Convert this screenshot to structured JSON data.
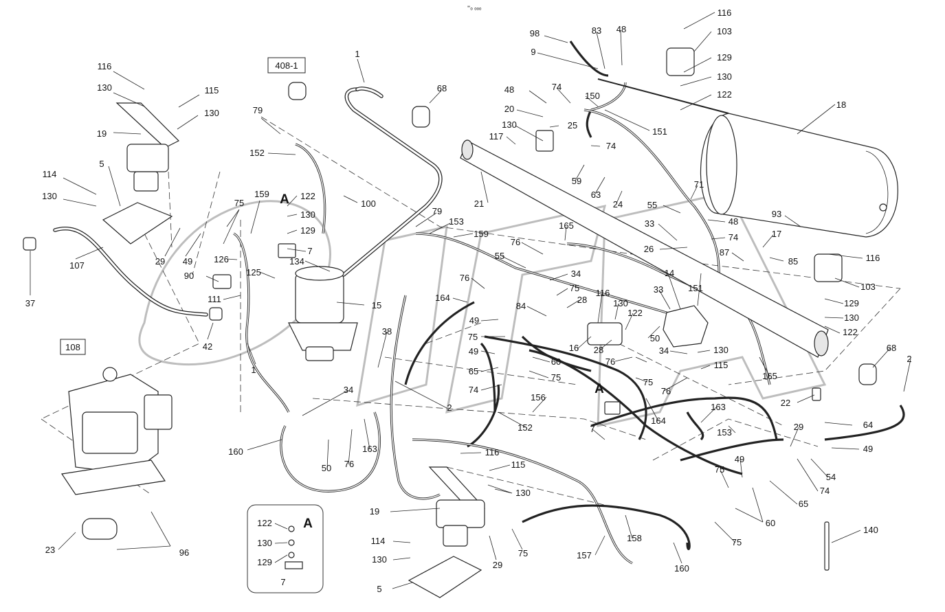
{
  "header_mark": "⁼ₒ ₒₒₒ",
  "boxed_refs": {
    "top": "408-1",
    "left": "108"
  },
  "inset": {
    "title": "A",
    "items": [
      "122",
      "130",
      "129",
      "7"
    ]
  },
  "section_marks": {
    "upper": "A",
    "lower": "A"
  },
  "callouts": {
    "c116a": "116",
    "c130a": "130",
    "c115a": "115",
    "c130b": "130",
    "c19a": "19",
    "c5a": "5",
    "c114a": "114",
    "c130c": "130",
    "c107": "107",
    "c37": "37",
    "c29a": "29",
    "c49a": "49",
    "c75a": "75",
    "c126": "126",
    "c125": "125",
    "c90": "90",
    "c111": "111",
    "c42": "42",
    "c159a": "159",
    "c1a": "1",
    "c122a": "122",
    "c130d": "130",
    "c129a": "129",
    "c7a": "7",
    "c134": "134",
    "c15": "15",
    "c79a": "79",
    "c152a": "152",
    "c100": "100",
    "c1b": "1",
    "c68a": "68",
    "c21": "21",
    "c79b": "79",
    "c153a": "153",
    "c159b": "159",
    "c98": "98",
    "c9": "9",
    "c83": "83",
    "c48a": "48",
    "c150": "150",
    "c48b": "48",
    "c74a": "74",
    "c20": "20",
    "c25": "25",
    "c130e": "130",
    "c117": "117",
    "c74b": "74",
    "c59": "59",
    "c63": "63",
    "c24": "24",
    "c151a": "151",
    "c116b": "116",
    "c103a": "103",
    "c129b": "129",
    "c130f": "130",
    "c122b": "122",
    "c18": "18",
    "c71": "71",
    "c55a": "55",
    "c48c": "48",
    "c74c": "74",
    "c33a": "33",
    "c26": "26",
    "c17": "17",
    "c93": "93",
    "c87": "87",
    "c85": "85",
    "c116c": "116",
    "c103b": "103",
    "c129c": "129",
    "c130g": "130",
    "c122c": "122",
    "c165a": "165",
    "c76a": "76",
    "c55b": "55",
    "c34a": "34",
    "c75b": "75",
    "c76b": "76",
    "c164a": "164",
    "c84": "84",
    "c28a": "28",
    "c116d": "116",
    "c130h": "130",
    "c122d": "122",
    "c14": "14",
    "c33b": "33",
    "c151b": "151",
    "c49b": "49",
    "c75c": "75",
    "c49c": "49",
    "c16": "16",
    "c28b": "28",
    "c50a": "50",
    "c34b": "34",
    "c130i": "130",
    "c115b": "115",
    "c76c": "76",
    "c75d": "75",
    "c76d": "76",
    "c60a": "60",
    "c75e": "75",
    "c65a": "65",
    "c74d": "74",
    "c165b": "165",
    "c68b": "68",
    "c2a": "2",
    "c38": "38",
    "c2b": "2",
    "c34c": "34",
    "c156": "156",
    "c152b": "152",
    "c164b": "164",
    "c163a": "163",
    "c7b": "7",
    "c153b": "153",
    "c22": "22",
    "c64": "64",
    "c49d": "49",
    "c29b": "29",
    "c54": "54",
    "c74e": "74",
    "c49e": "49",
    "c65b": "65",
    "c75f": "75",
    "c60b": "60",
    "c75g": "75",
    "c160a": "160",
    "c50b": "50",
    "c76e": "76",
    "c163b": "163",
    "c116e": "116",
    "c115c": "115",
    "c130j": "130",
    "c19b": "19",
    "c114b": "114",
    "c130k": "130",
    "c5b": "5",
    "c29c": "29",
    "c75h": "75",
    "c23": "23",
    "c96": "96",
    "c157": "157",
    "c158": "158",
    "c160b": "160",
    "c140": "140"
  }
}
